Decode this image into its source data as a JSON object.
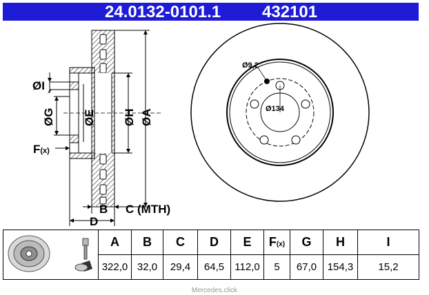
{
  "header": {
    "part_number": "24.0132-0101.1",
    "code": "432101"
  },
  "colors": {
    "header_bg": "#1d1bd6",
    "header_text": "#ffffff"
  },
  "drawing": {
    "labels": {
      "i": "ØI",
      "g": "ØG",
      "e": "ØE",
      "h": "ØH",
      "a": "ØA",
      "f": "F",
      "f_sub": "(x)",
      "b": "B",
      "c": "C (MTH)",
      "d": "D"
    },
    "front": {
      "hole_dia": "Ø9,2",
      "pcd": "Ø134"
    }
  },
  "table": {
    "columns": [
      "A",
      "B",
      "C",
      "D",
      "E",
      "F",
      "G",
      "H",
      "I"
    ],
    "f_suffix": "(x)",
    "values": [
      "322,0",
      "32,0",
      "29,4",
      "64,5",
      "112,0",
      "5",
      "67,0",
      "154,3",
      "15,2"
    ]
  },
  "footer": "Mercedes.click"
}
